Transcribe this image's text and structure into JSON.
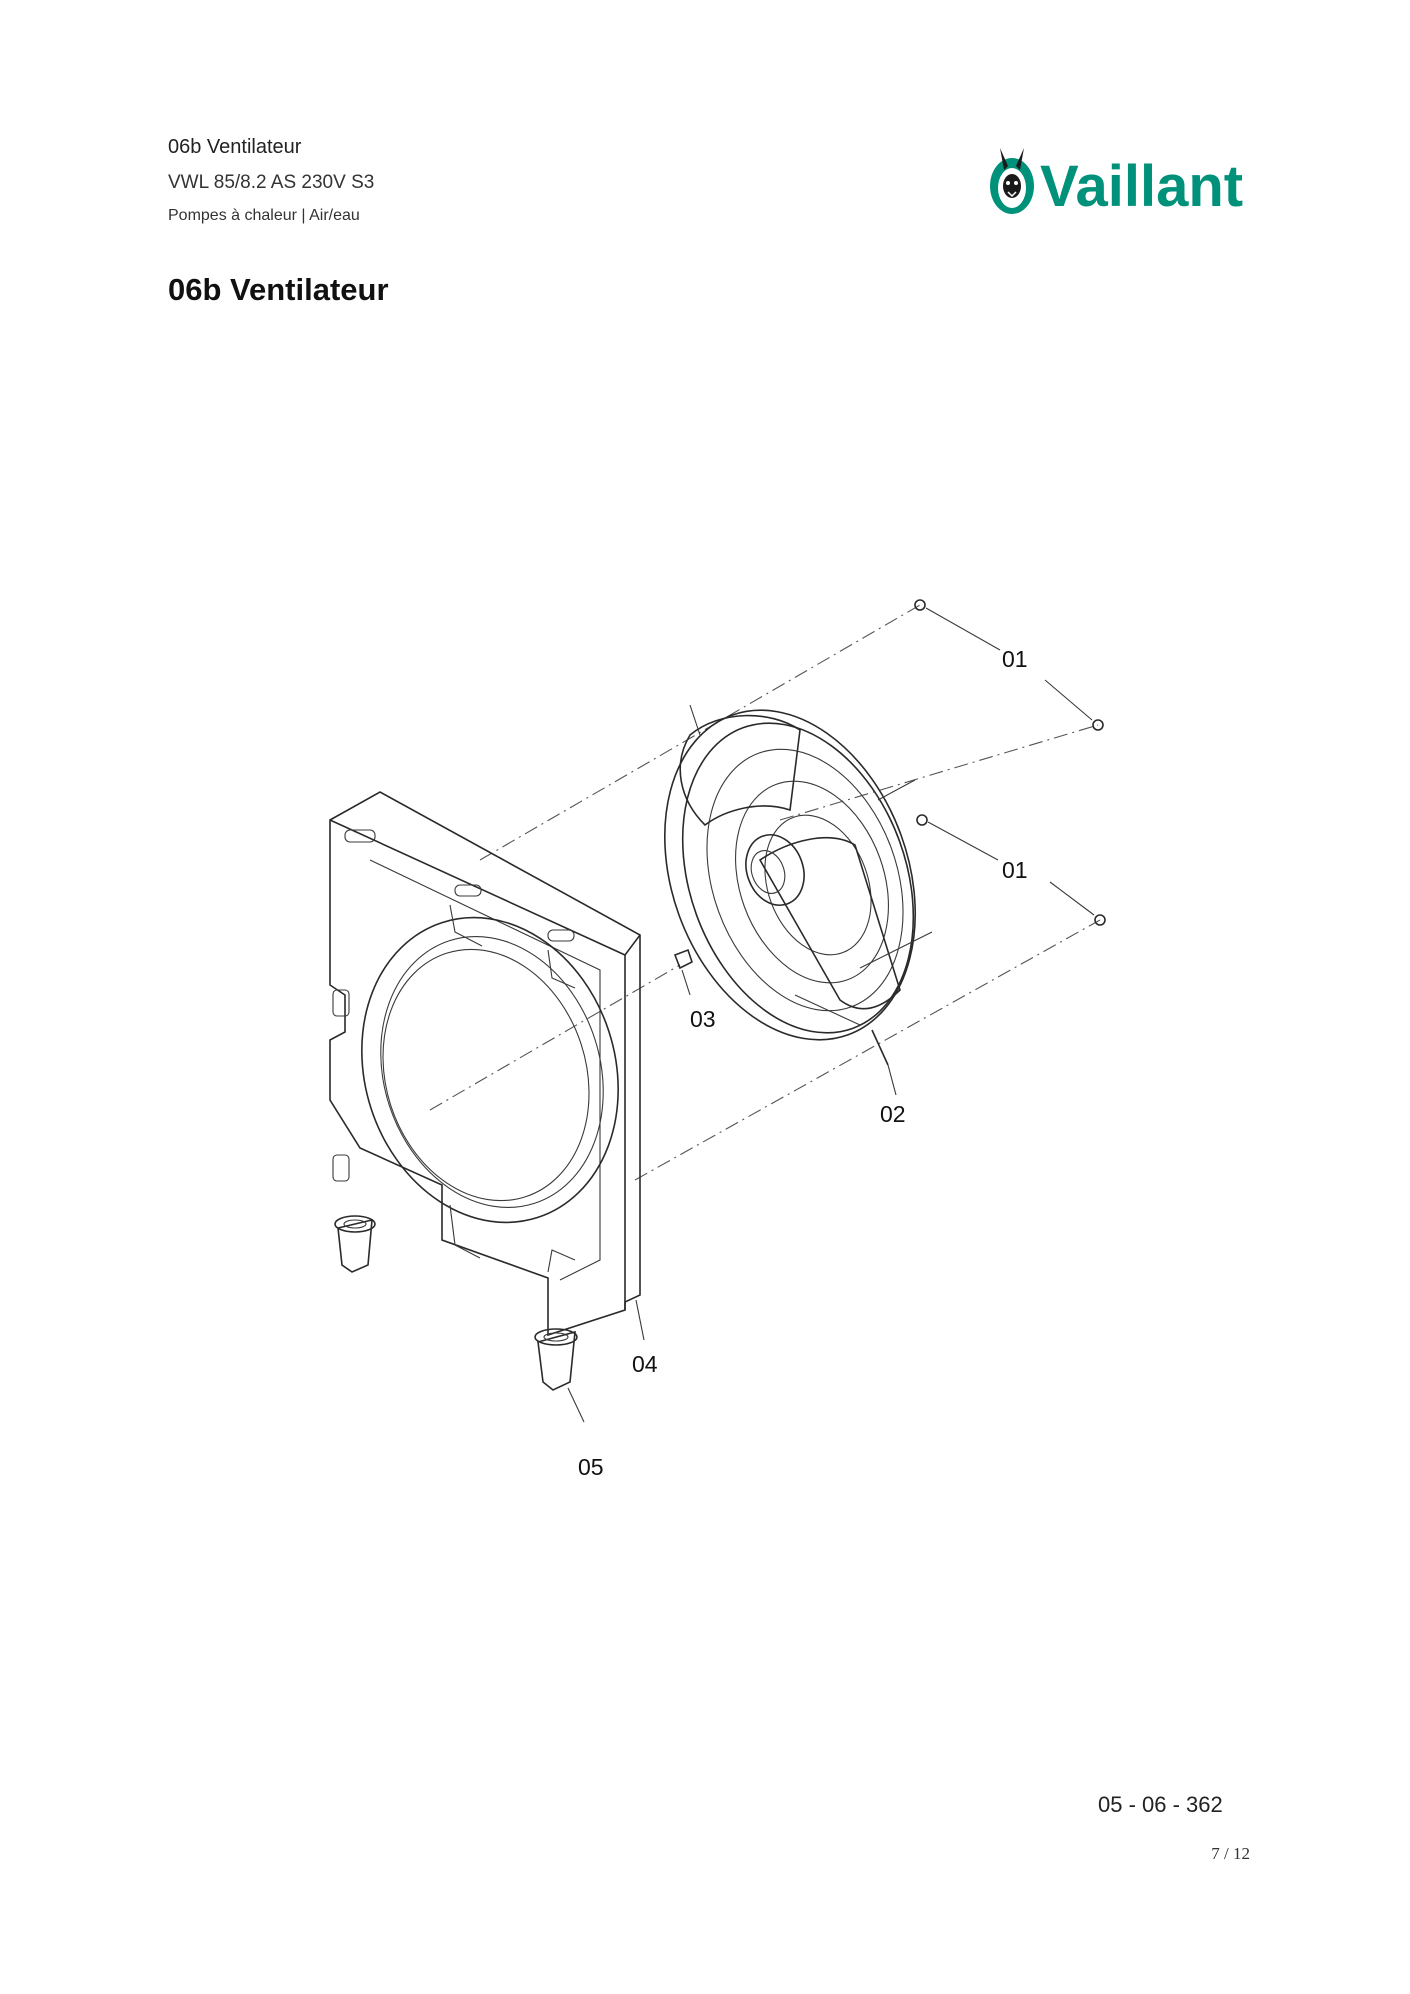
{
  "header": {
    "section": "06b Ventilateur",
    "model": "VWL 85/8.2 AS 230V S3",
    "category": "Pompes à chaleur | Air/eau"
  },
  "brand": {
    "name": "Vaillant",
    "color": "#00917A"
  },
  "page_title": "06b Ventilateur",
  "diagram": {
    "callouts": {
      "screw_top": "01",
      "screw_mid": "01",
      "wire": "02",
      "nut": "03",
      "frame": "04",
      "feet": "05"
    }
  },
  "footer": {
    "drawing_code": "05 - 06 - 362",
    "page": "7 / 12"
  },
  "icons": {
    "logo": "vaillant-hare-logo"
  }
}
